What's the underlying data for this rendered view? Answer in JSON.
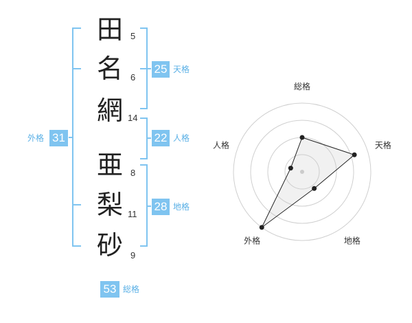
{
  "name_chars": [
    {
      "char": "田",
      "strokes": "5"
    },
    {
      "char": "名",
      "strokes": "6"
    },
    {
      "char": "網",
      "strokes": "14"
    },
    {
      "char": "亜",
      "strokes": "8"
    },
    {
      "char": "梨",
      "strokes": "11"
    },
    {
      "char": "砂",
      "strokes": "9"
    }
  ],
  "fortune": {
    "tenkaku": {
      "value": "25",
      "label": "天格"
    },
    "jinkaku": {
      "value": "22",
      "label": "人格"
    },
    "chikaku": {
      "value": "28",
      "label": "地格"
    },
    "gaikaku": {
      "value": "31",
      "label": "外格"
    },
    "soukaku": {
      "value": "53",
      "label": "総格"
    }
  },
  "colors": {
    "accent": "#7fc4f0",
    "bracket": "#7fc4f0",
    "line": "#222222"
  },
  "chart_data": {
    "type": "radar",
    "axes": [
      "総格",
      "天格",
      "地格",
      "外格",
      "人格"
    ],
    "rings": 4,
    "max": 4,
    "values": [
      2.0,
      3.2,
      1.2,
      4.0,
      0.7
    ]
  }
}
